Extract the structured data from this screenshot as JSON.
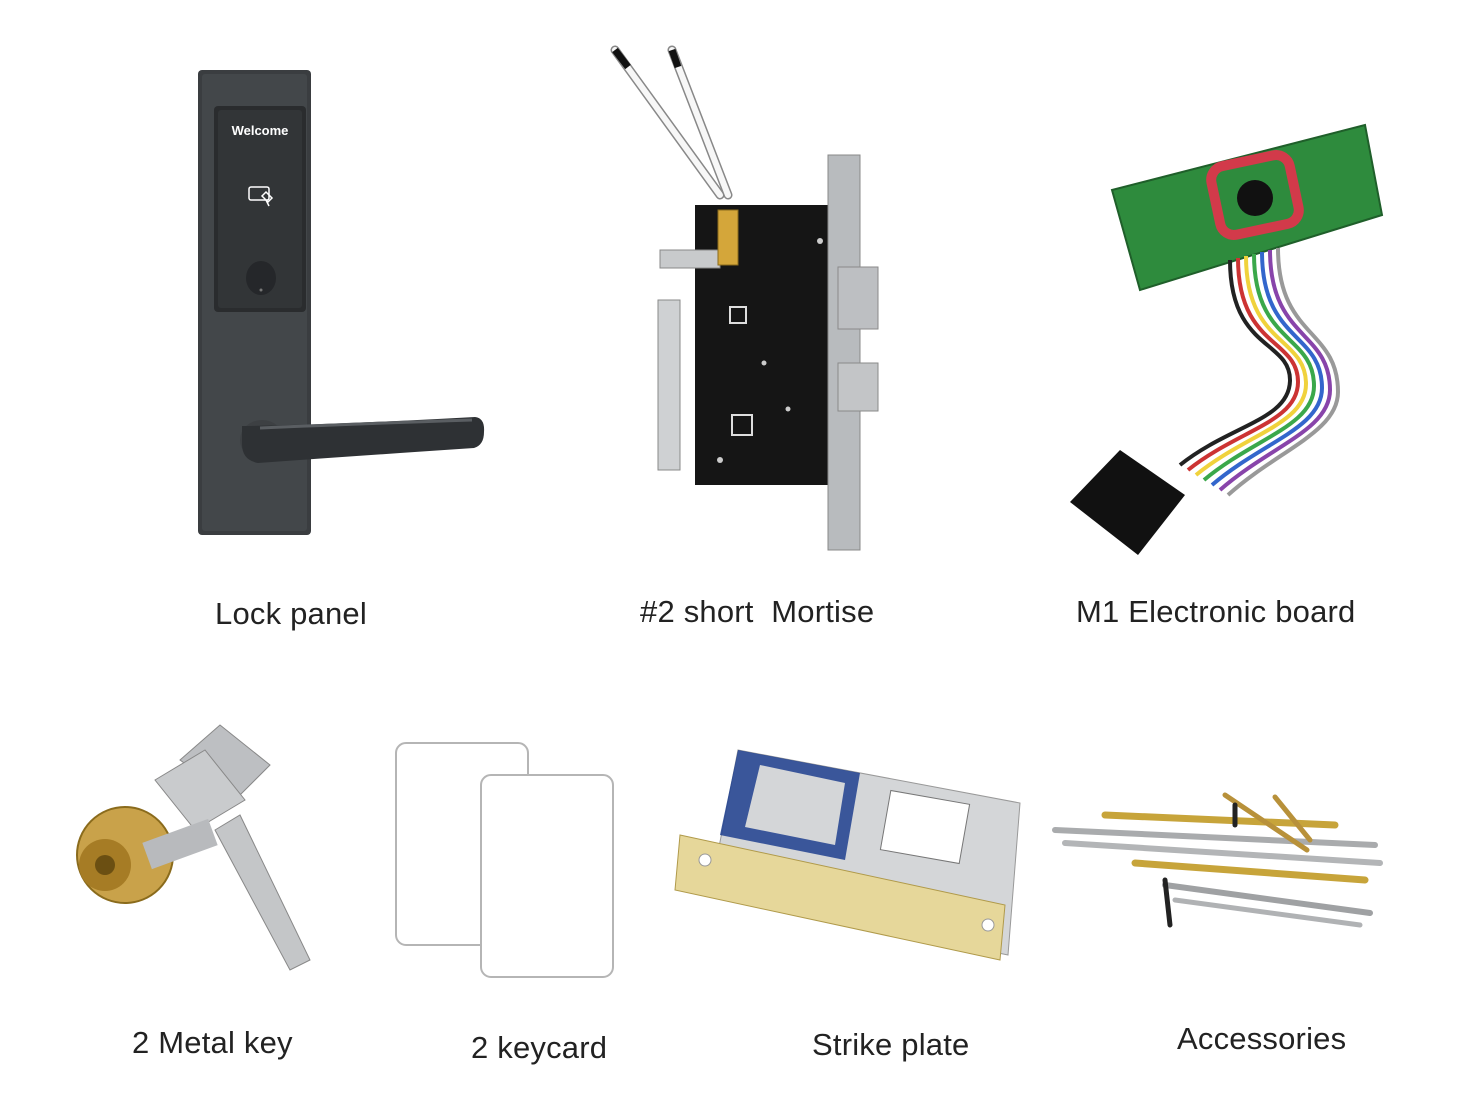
{
  "components": [
    {
      "id": "lock-panel",
      "caption": "Lock panel",
      "panel_text": "Welcome"
    },
    {
      "id": "mortise",
      "caption": "#2 short  Mortise"
    },
    {
      "id": "electronic-board",
      "caption": "M1 Electronic board"
    },
    {
      "id": "metal-key",
      "caption": "2 Metal key"
    },
    {
      "id": "keycard",
      "caption": "2 keycard"
    },
    {
      "id": "strike-plate",
      "caption": "Strike plate"
    },
    {
      "id": "accessories",
      "caption": "Accessories"
    }
  ]
}
